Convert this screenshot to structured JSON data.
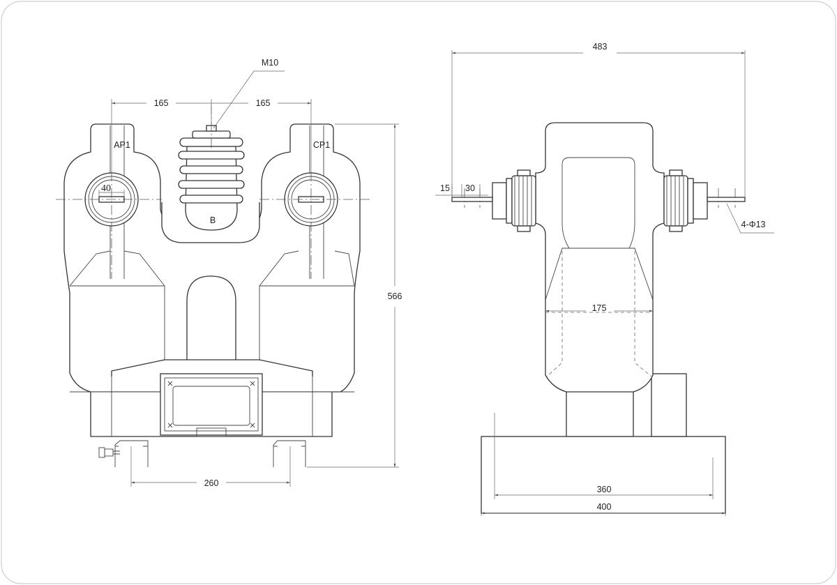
{
  "front_view": {
    "labels": {
      "terminal_left": "AP1",
      "terminal_right": "CP1",
      "neutral_terminal": "B",
      "bolt": "M10",
      "slot_width": "40"
    },
    "dimensions": {
      "left_spacing": "165",
      "right_spacing": "165",
      "height": "566",
      "mounting": "260"
    }
  },
  "side_view": {
    "dimensions": {
      "overall_length": "483",
      "terminal_thickness": "15",
      "terminal_length": "30",
      "holes": "4-Φ13",
      "body_width": "175",
      "mounting": "360",
      "base_width": "400"
    }
  }
}
